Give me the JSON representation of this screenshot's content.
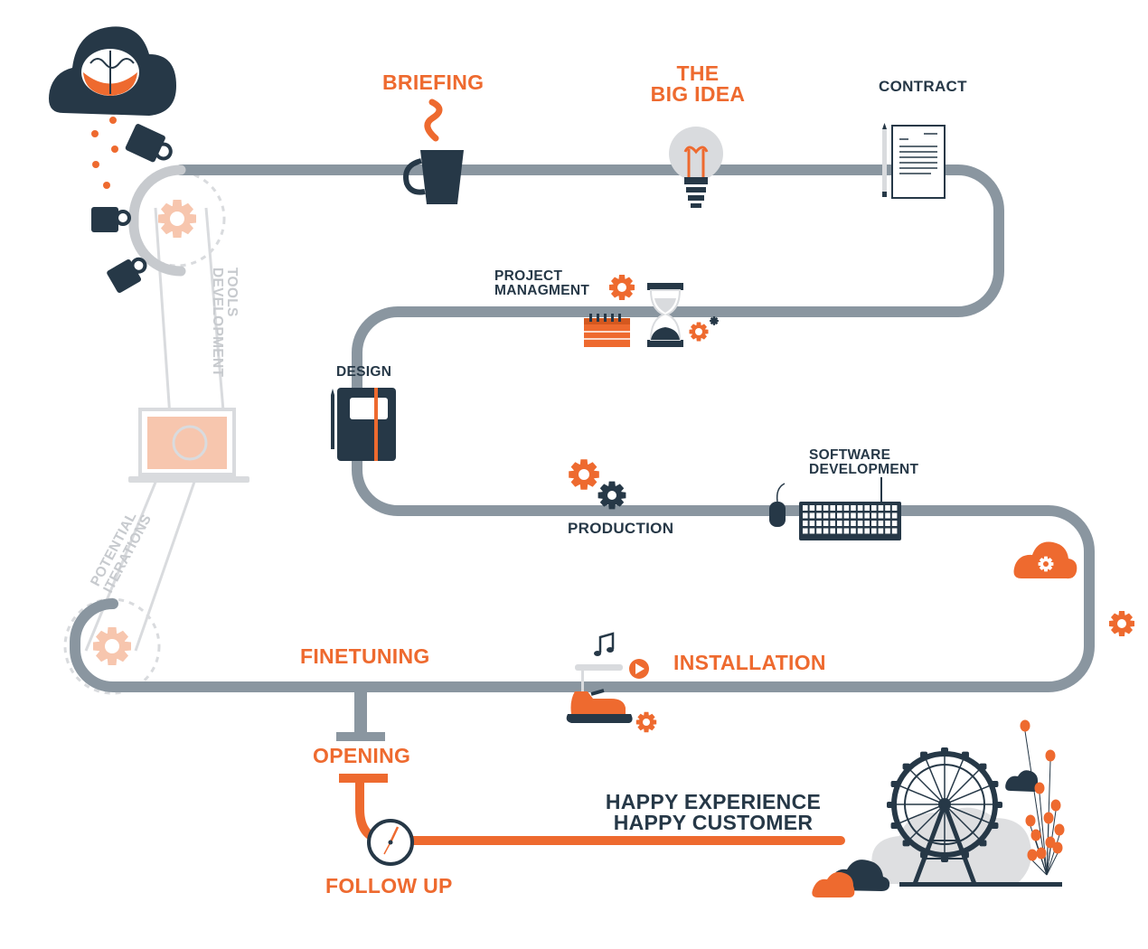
{
  "steps": {
    "briefing": "BRIEFING",
    "big_idea_line1": "THE",
    "big_idea_line2": "BIG IDEA",
    "contract": "CONTRACT",
    "project_mgmt_line1": "PROJECT",
    "project_mgmt_line2": "MANAGMENT",
    "design": "DESIGN",
    "software_line1": "SOFTWARE",
    "software_line2": "DEVELOPMENT",
    "production": "PRODUCTION",
    "installation": "INSTALLATION",
    "finetuning": "FINETUNING",
    "opening": "OPENING",
    "follow_up": "FOLLOW UP"
  },
  "side_labels": {
    "tools_line1": "TOOLS",
    "tools_line2": "DEVELOPMENT",
    "iterations_line1": "POTENTIAL",
    "iterations_line2": "ITERATIONS"
  },
  "outcome": {
    "line1": "HAPPY EXPERIENCE",
    "line2": "HAPPY CUSTOMER"
  },
  "colors": {
    "orange": "#ee6a2f",
    "navy": "#263847",
    "track_grey": "#8a96a0",
    "light_grey": "#c7cace",
    "peach": "#f7c6ae"
  },
  "icons": [
    "brain-cloud-icon",
    "coffee-cup-icon",
    "lightbulb-icon",
    "contract-document-icon",
    "gear-icon",
    "hourglass-icon",
    "calendar-icon",
    "notebook-icon",
    "mouse-icon",
    "keyboard-icon",
    "cloud-icon",
    "music-note-icon",
    "play-icon",
    "bumper-car-icon",
    "laptop-icon",
    "clock-icon",
    "ferris-wheel-icon",
    "balloon-icon"
  ]
}
